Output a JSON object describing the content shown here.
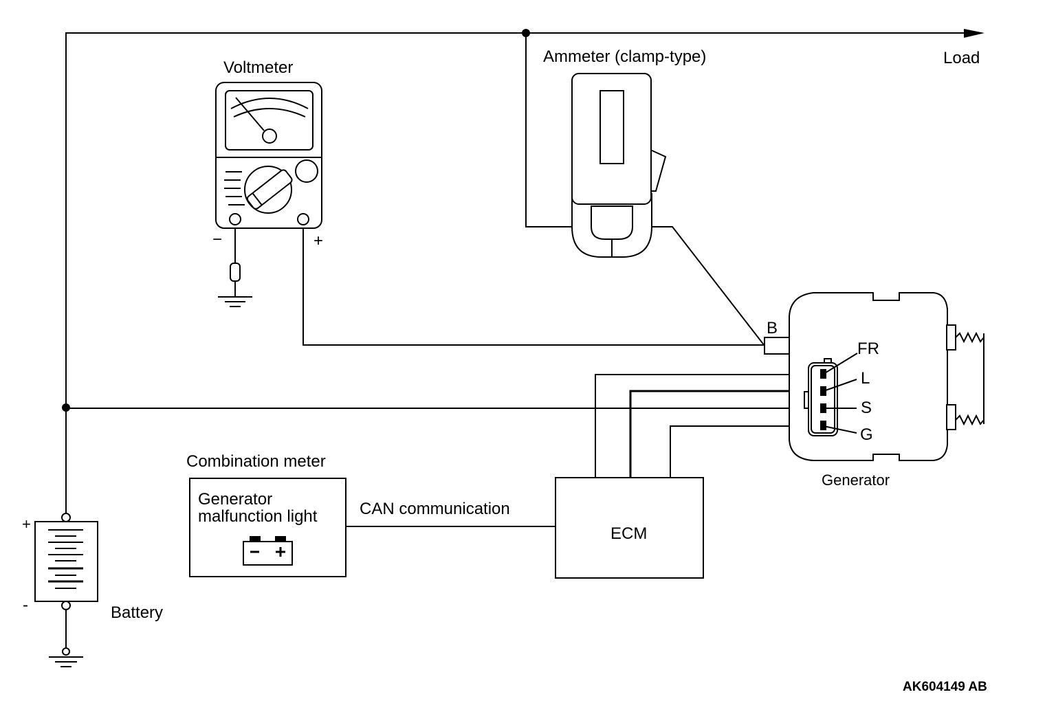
{
  "labels": {
    "load": "Load",
    "voltmeter": "Voltmeter",
    "ammeter": "Ammeter (clamp-type)",
    "generator": "Generator",
    "terminal_b": "B",
    "terminal_fr": "FR",
    "terminal_l": "L",
    "terminal_s": "S",
    "terminal_g": "G",
    "combination_meter": "Combination meter",
    "gen_light_line1": "Generator",
    "gen_light_line2": "malfunction light",
    "can": "CAN communication",
    "ecm": "ECM",
    "battery": "Battery",
    "battery_plus": "+",
    "battery_minus": "-",
    "volt_minus": "−",
    "volt_plus": "+",
    "code": "AK604149 AB"
  }
}
